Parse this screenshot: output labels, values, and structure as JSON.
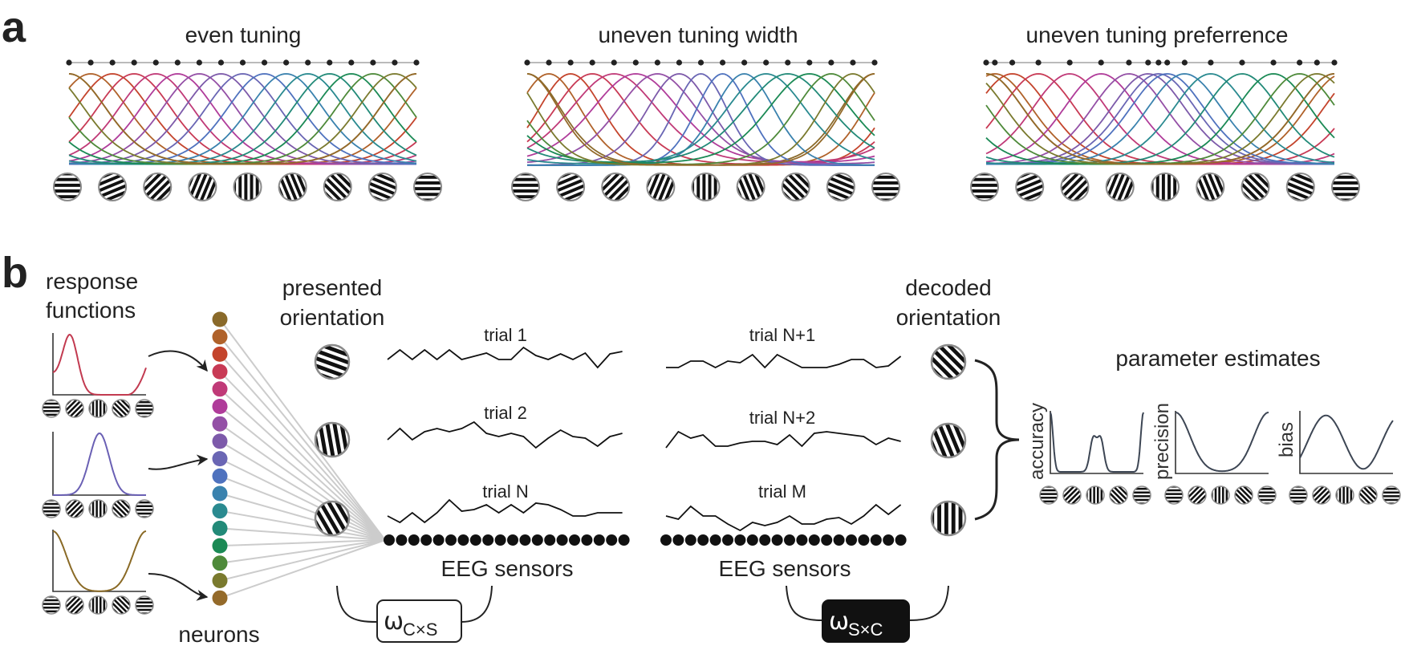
{
  "figure": {
    "panel_a": {
      "letter": "a",
      "subpanels": [
        {
          "id": "even",
          "title": "even tuning",
          "preferences": "even",
          "widths": "even"
        },
        {
          "id": "uneven-width",
          "title": "uneven tuning width",
          "preferences": "even",
          "widths": "uneven"
        },
        {
          "id": "uneven-pref",
          "title": "uneven tuning preferrence",
          "preferences": "uneven",
          "widths": "even"
        }
      ],
      "num_channels": 17,
      "grating_orientations_deg": [
        0,
        22.5,
        45,
        67.5,
        90,
        112.5,
        135,
        157.5,
        180
      ]
    },
    "panel_b": {
      "letter": "b",
      "response_functions_label_1": "response",
      "response_functions_label_2": "functions",
      "neurons_label": "neurons",
      "presented_label_1": "presented",
      "presented_label_2": "orientation",
      "decoded_label_1": "decoded",
      "decoded_label_2": "orientation",
      "parameter_estimates_label": "parameter estimates",
      "eeg_label_left": "EEG sensors",
      "eeg_label_right": "EEG sensors",
      "trials_left": [
        "trial 1",
        "trial 2",
        "trial N"
      ],
      "trials_right": [
        "trial N+1",
        "trial N+2",
        "trial M"
      ],
      "weights_left": {
        "symbol": "ω",
        "subscript": "C×S",
        "style": "outlined"
      },
      "weights_right": {
        "symbol": "ω",
        "subscript": "S×C",
        "style": "filled"
      },
      "param_axes": [
        "accuracy",
        "precision",
        "bias"
      ],
      "num_neurons": 17,
      "num_eeg_sensors": 20,
      "presented_orientations_deg": [
        160,
        100,
        120
      ],
      "decoded_orientations_deg": [
        135,
        112.5,
        90
      ],
      "small_grating_orientations_deg": [
        0,
        45,
        90,
        135,
        180
      ]
    },
    "colors": {
      "neuron_colors": [
        "#8a6a2a",
        "#b0622a",
        "#c4442c",
        "#c83a55",
        "#c03a78",
        "#b03c9a",
        "#9450a6",
        "#7d5aaa",
        "#6a66b4",
        "#4f72be",
        "#3a82ae",
        "#2a8a90",
        "#228a78",
        "#1b8a55",
        "#4e8a3a",
        "#7a7a2e",
        "#946a2a"
      ],
      "curve_response_1": "#c23a50",
      "curve_response_2": "#6a60b4",
      "curve_response_3": "#8a6a26",
      "text": "#222222",
      "connector": "#cccccc",
      "param_curve": "#3d4654"
    }
  }
}
